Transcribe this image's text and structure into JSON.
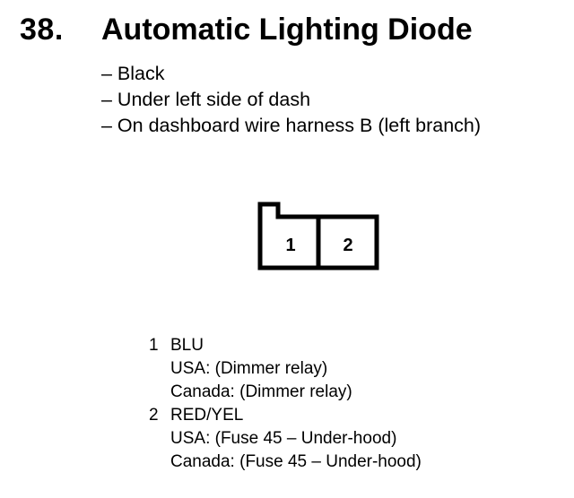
{
  "heading": {
    "number": "38.",
    "title": "Automatic Lighting Diode"
  },
  "details": [
    "– Black",
    "– Under left side of dash",
    "– On dashboard wire harness B (left branch)"
  ],
  "connector": {
    "pins": [
      "1",
      "2"
    ]
  },
  "pinout": [
    {
      "pin": "1",
      "wire": "BLU",
      "usa": "USA: (Dimmer relay)",
      "canada": "Canada: (Dimmer relay)"
    },
    {
      "pin": "2",
      "wire": "RED/YEL",
      "usa": "USA: (Fuse 45 – Under-hood)",
      "canada": "Canada: (Fuse 45 – Under-hood)"
    }
  ]
}
